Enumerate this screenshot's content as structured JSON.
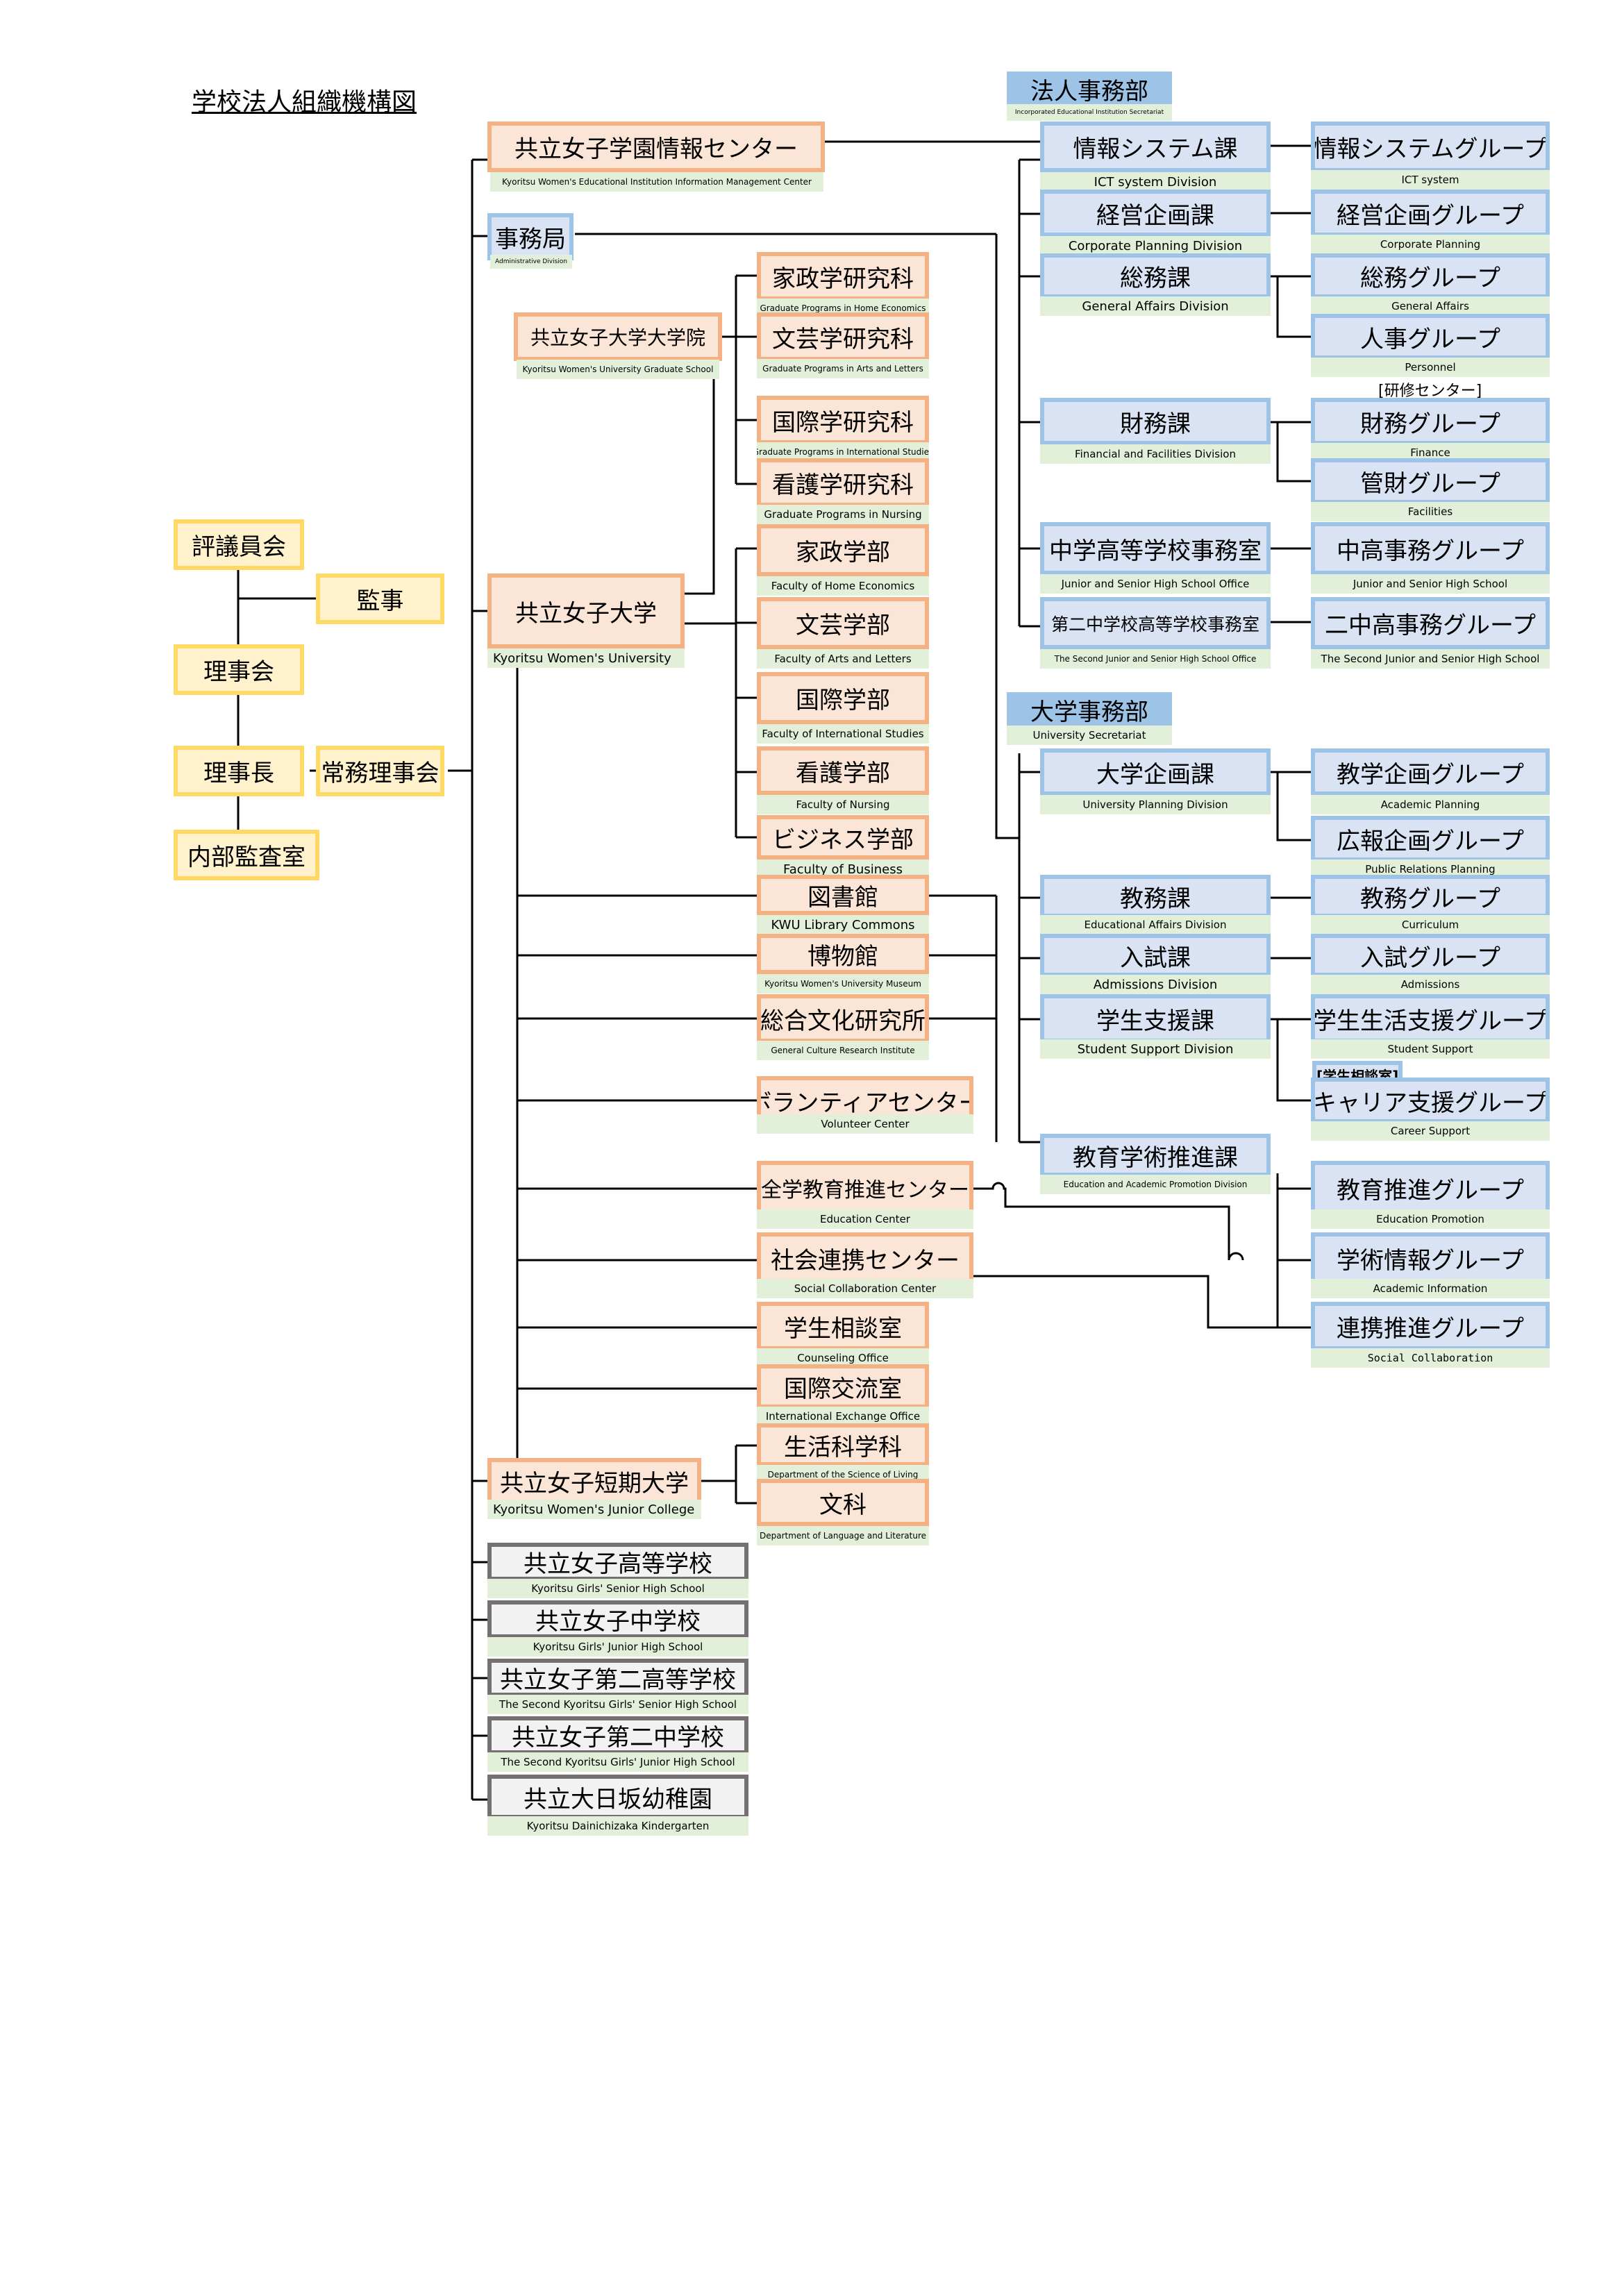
{
  "title": "学校法人組織機構図",
  "governance": {
    "council": "評議員会",
    "auditor": "監事",
    "board": "理事会",
    "chair": "理事長",
    "executive": "常務理事会",
    "internal_audit": "内部監査室"
  },
  "info_center": {
    "name": "共立女子学園情報センター",
    "en": "Kyoritsu Women's Educational Institution Information Management Center"
  },
  "admin": {
    "name": "事務局",
    "en": "Administrative Division"
  },
  "grad_school": {
    "name": "共立女子大学大学院",
    "en": "Kyoritsu Women's University Graduate School"
  },
  "grad_programs": [
    {
      "name": "家政学研究科",
      "en": "Graduate Programs in Home Economics"
    },
    {
      "name": "文芸学研究科",
      "en": "Graduate Programs in Arts and Letters"
    },
    {
      "name": "国際学研究科",
      "en": "Graduate Programs in International Studies"
    },
    {
      "name": "看護学研究科",
      "en": "Graduate Programs in Nursing"
    }
  ],
  "university": {
    "name": "共立女子大学",
    "en": "Kyoritsu Women's University"
  },
  "faculties": [
    {
      "name": "家政学部",
      "en": "Faculty of Home Economics"
    },
    {
      "name": "文芸学部",
      "en": "Faculty of Arts and Letters"
    },
    {
      "name": "国際学部",
      "en": "Faculty of International Studies"
    },
    {
      "name": "看護学部",
      "en": "Faculty of Nursing"
    },
    {
      "name": "ビジネス学部",
      "en": "Faculty of Business"
    }
  ],
  "facilities": [
    {
      "name": "図書館",
      "en": "KWU Library Commons"
    },
    {
      "name": "博物館",
      "en": "Kyoritsu Women's University Museum"
    },
    {
      "name": "総合文化研究所",
      "en": "General Culture Research Institute"
    },
    {
      "name": "ボランティアセンター",
      "en": "Volunteer Center"
    },
    {
      "name": "全学教育推進センター",
      "en": "Education Center"
    },
    {
      "name": "社会連携センター",
      "en": "Social Collaboration Center"
    },
    {
      "name": "学生相談室",
      "en": "Counseling Office"
    },
    {
      "name": "国際交流室",
      "en": "International Exchange Office"
    }
  ],
  "junior_college": {
    "name": "共立女子短期大学",
    "en": "Kyoritsu Women's Junior College"
  },
  "jc_departments": [
    {
      "name": "生活科学科",
      "en": "Department of the Science of Living"
    },
    {
      "name": "文科",
      "en": "Department of Language and Literature"
    }
  ],
  "schools": [
    {
      "name": "共立女子高等学校",
      "en": "Kyoritsu Girls' Senior High School"
    },
    {
      "name": "共立女子中学校",
      "en": "Kyoritsu Girls' Junior High School"
    },
    {
      "name": "共立女子第二高等学校",
      "en": "The Second Kyoritsu Girls' Senior High School"
    },
    {
      "name": "共立女子第二中学校",
      "en": "The Second Kyoritsu Girls' Junior High School"
    },
    {
      "name": "共立大日坂幼稚園",
      "en": "Kyoritsu Dainichizaka Kindergarten"
    }
  ],
  "corporate_secretariat": {
    "name": "法人事務部",
    "en": "Incorporated Educational Institution Secretariat"
  },
  "corporate_divisions": [
    {
      "name": "情報システム課",
      "en": "ICT system Division"
    },
    {
      "name": "経営企画課",
      "en": "Corporate Planning Division"
    },
    {
      "name": "総務課",
      "en": "General Affairs Division"
    },
    {
      "name": "財務課",
      "en": "Financial and Facilities Division"
    },
    {
      "name": "中学高等学校事務室",
      "en": "Junior and Senior High School Office"
    },
    {
      "name": "第二中学校高等学校事務室",
      "en": "The Second Junior and Senior High School Office"
    }
  ],
  "corporate_groups": [
    {
      "name": "情報システムグループ",
      "en": "ICT system"
    },
    {
      "name": "経営企画グループ",
      "en": "Corporate Planning"
    },
    {
      "name": "総務グループ",
      "en": "General Affairs"
    },
    {
      "name": "人事グループ",
      "en": "Personnel"
    },
    {
      "name": "財務グループ",
      "en": "Finance"
    },
    {
      "name": "管財グループ",
      "en": "Facilities"
    },
    {
      "name": "中高事務グループ",
      "en": "Junior and Senior High School"
    },
    {
      "name": "二中高事務グループ",
      "en": "The Second Junior and Senior High School"
    }
  ],
  "training_center": "[研修センター]",
  "university_secretariat": {
    "name": "大学事務部",
    "en": "University Secretariat"
  },
  "university_divisions": [
    {
      "name": "大学企画課",
      "en": "University Planning Division"
    },
    {
      "name": "教務課",
      "en": "Educational Affairs Division"
    },
    {
      "name": "入試課",
      "en": "Admissions Division"
    },
    {
      "name": "学生支援課",
      "en": "Student Support Division"
    },
    {
      "name": "教育学術推進課",
      "en": "Education and Academic Promotion Division"
    }
  ],
  "university_groups": [
    {
      "name": "教学企画グループ",
      "en": "Academic Planning"
    },
    {
      "name": "広報企画グループ",
      "en": "Public Relations Planning"
    },
    {
      "name": "教務グループ",
      "en": "Curriculum"
    },
    {
      "name": "入試グループ",
      "en": "Admissions"
    },
    {
      "name": "学生生活支援グループ",
      "en": "Student Support"
    },
    {
      "name": "キャリア支援グループ",
      "en": "Career Support"
    },
    {
      "name": "教育推進グループ",
      "en": "Education Promotion"
    },
    {
      "name": "学術情報グループ",
      "en": "Academic Information"
    },
    {
      "name": "連携推進グループ",
      "en": "Social Collaboration"
    }
  ],
  "counseling_note": "[学生相談室]",
  "colors": {
    "governance_fill": "#fff2cc",
    "governance_border": "#ffd966",
    "academic_fill": "#fbe5d6",
    "academic_border": "#f4b183",
    "office_fill": "#dae3f3",
    "office_border": "#9dc3e6",
    "school_fill": "#f2f2f2",
    "school_border": "#767171",
    "caption_fill": "#e2f0d9",
    "line": "#000000"
  }
}
